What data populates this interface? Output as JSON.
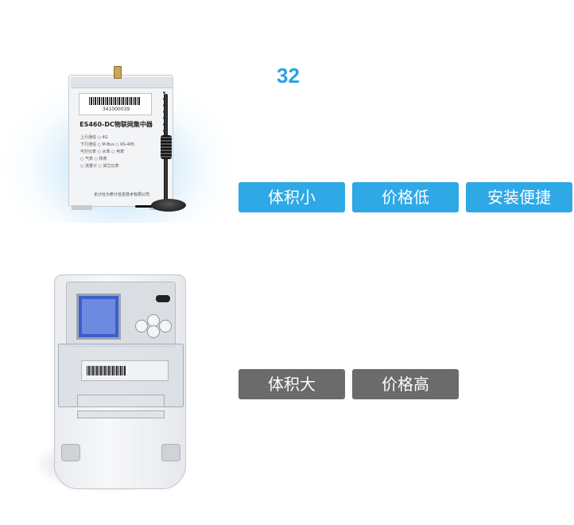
{
  "headline": "32",
  "product_top": {
    "serial": "341000039",
    "title": "ES460-DC物联网集中器",
    "rows": [
      "上行通信  ○ 4G",
      "下行通信  ○ M-Bus  ○ RS-485",
      "可抄仪表  ○ 水表  ○ 电表",
      "○ 气表  ○ 热表",
      "○ 流量计  ○ 其它仪表"
    ],
    "footer": "长沙社为表计信息技术有限公司",
    "tags": [
      "体积小",
      "价格低",
      "安装便捷"
    ]
  },
  "product_bottom": {
    "tags": [
      "体积大",
      "价格高"
    ]
  },
  "colors": {
    "headline": "#29a3e0",
    "tag_positive": "#2fa8e6",
    "tag_negative": "#6b6b6b"
  }
}
